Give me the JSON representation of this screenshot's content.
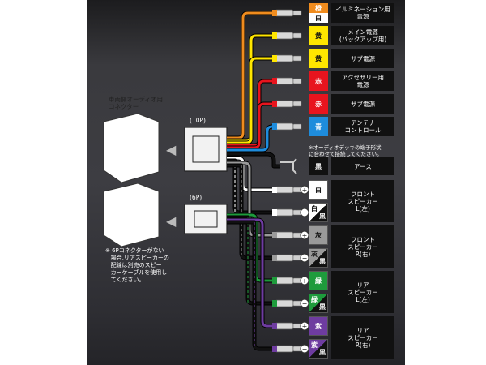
{
  "left_labels": {
    "harness_title": "車両側オーディオ用\nコネクター",
    "label_10p": "(10P)",
    "label_6p": "(6P)",
    "footnote": "※ 6Pコネクターがない\n   場合,リアスピーカーの\n   配線は別売のスピー\n   カーケーブルを使用し\n   てください。"
  },
  "rows": [
    {
      "color_label": "橙",
      "sub_label": "白",
      "desc": "イルミネーション用\n電源",
      "hex": "#f08c1e",
      "text_hex": "#ffffff"
    },
    {
      "color_label": "黄",
      "desc": "メイン電源\n(バックアップ用)",
      "hex": "#ffe600",
      "text_hex": "#111111"
    },
    {
      "color_label": "黄",
      "desc": "サブ電源",
      "hex": "#ffe600",
      "text_hex": "#111111"
    },
    {
      "color_label": "赤",
      "desc": "アクセサリー用\n電源",
      "hex": "#e8141e",
      "text_hex": "#ffffff"
    },
    {
      "color_label": "赤",
      "desc": "サブ電源",
      "hex": "#e8141e",
      "text_hex": "#ffffff"
    },
    {
      "color_label": "青",
      "desc": "アンテナ\nコントロール",
      "hex": "#1e8cdc",
      "text_hex": "#ffffff"
    },
    {
      "color_label": "黒",
      "desc": "アース",
      "hex": "#111111",
      "text_hex": "#ffffff"
    }
  ],
  "antenna_note": "※オーディオデッキの端子形状\nに合わせて接続してください。",
  "speakers": [
    {
      "top_label": "白",
      "bottom_label": "白",
      "bottom_sub": "黒",
      "desc": "フロント\nスピーカー\nL(左)",
      "hex": "#ffffff",
      "text_hex": "#111111"
    },
    {
      "top_label": "灰",
      "bottom_label": "灰",
      "bottom_sub": "黒",
      "desc": "フロント\nスピーカー\nR(右)",
      "hex": "#9a9a9a",
      "text_hex": "#111111"
    },
    {
      "top_label": "緑",
      "bottom_label": "緑",
      "bottom_sub": "黒",
      "desc": "リア\nスピーカー\nL(左)",
      "hex": "#1e9b3c",
      "text_hex": "#ffffff"
    },
    {
      "top_label": "紫",
      "bottom_label": "紫",
      "bottom_sub": "黒",
      "desc": "リア\nスピーカー\nR(右)",
      "hex": "#6e3ca0",
      "text_hex": "#ffffff"
    }
  ],
  "polarity": {
    "plus": "+",
    "minus": "−"
  }
}
